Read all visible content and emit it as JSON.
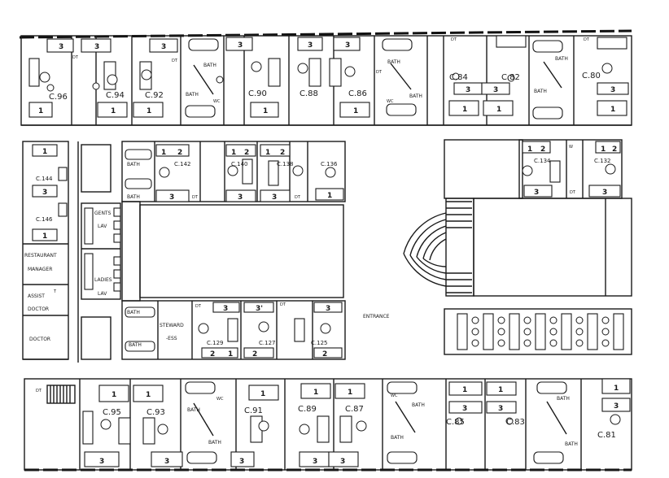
{
  "cabins_top": [
    {
      "label": "C.96"
    },
    {
      "label": "C.94"
    },
    {
      "label": "C.92"
    },
    {
      "label": "C.90"
    },
    {
      "label": "C.88"
    },
    {
      "label": "C.86"
    },
    {
      "label": "C.84"
    },
    {
      "label": "C.82"
    },
    {
      "label": "C.80"
    }
  ],
  "cabins_bottom": [
    {
      "label": "C.95"
    },
    {
      "label": "C.93"
    },
    {
      "label": "C.91"
    },
    {
      "label": "C.89"
    },
    {
      "label": "C.87"
    },
    {
      "label": "C.85"
    },
    {
      "label": "C.83"
    },
    {
      "label": "C.81"
    }
  ],
  "cabins_middle": [
    {
      "label": "C.144"
    },
    {
      "label": "C.146"
    },
    {
      "label": "C.142"
    },
    {
      "label": "C.140"
    },
    {
      "label": "C.138"
    },
    {
      "label": "C.136"
    },
    {
      "label": "C.134"
    },
    {
      "label": "C.132"
    },
    {
      "label": "C.129"
    },
    {
      "label": "C.127"
    },
    {
      "label": "C.125"
    }
  ],
  "rooms": {
    "restaurant_manager_1": "RESTAURANT",
    "restaurant_manager_2": "MANAGER",
    "assist_doctor_1": "ASSIST",
    "assist_doctor_2": "T",
    "assist_doctor_3": "DOCTOR",
    "doctor": "DOCTOR",
    "gents_1": "GENTS",
    "gents_2": "LAV",
    "ladies_1": "LADIES",
    "ladies_2": "LAV",
    "stewardess_1": "STEWARD",
    "stewardess_2": "-ESS",
    "entrance": "ENTRANCE"
  },
  "fixtures": {
    "bath": "BATH",
    "wc": "WC",
    "dt": "DT",
    "w": "W"
  },
  "berths": [
    "1",
    "2",
    "3",
    "3'"
  ]
}
